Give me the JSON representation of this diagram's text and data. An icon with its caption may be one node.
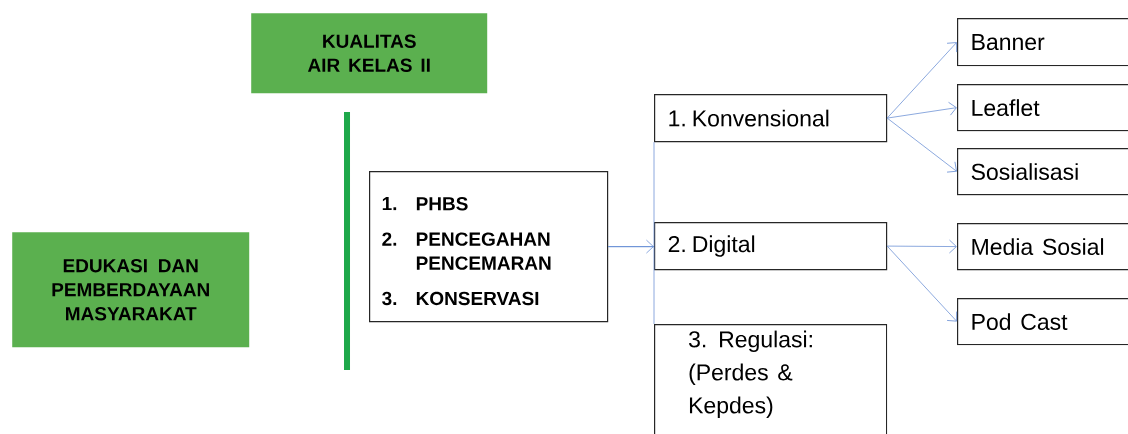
{
  "diagram": {
    "nodes": [
      {
        "text": [
          "KUALITAS AIR KELAS II"
        ]
      },
      {
        "text": [
          "EDUKASI DAN PEMBERDAYAAN MASYARAKAT"
        ]
      },
      {
        "text": [
          "1.",
          "PHBS",
          "2.",
          "PENCEGAHAN PENCEMARAN",
          "3.",
          "KONSERVASI"
        ]
      },
      {
        "text": [
          "1. Konvensional"
        ]
      },
      {
        "text": [
          "2. Digital"
        ]
      },
      {
        "text": [
          "3. Regulasi: (Perdes & Kepdes)"
        ]
      },
      {
        "text": [
          "Banner"
        ]
      },
      {
        "text": [
          "Leaflet"
        ]
      },
      {
        "text": [
          "Sosialisasi"
        ]
      },
      {
        "text": [
          "Media Sosial"
        ]
      },
      {
        "text": [
          "Pod Cast"
        ]
      }
    ],
    "edges": [
      {
        "from": 2,
        "to": 3,
        "arrow": "none"
      },
      {
        "from": 2,
        "to": 4,
        "arrow": "to"
      },
      {
        "from": 2,
        "to": 5,
        "arrow": "none"
      },
      {
        "from": 3,
        "to": 6,
        "arrow": "to"
      },
      {
        "from": 3,
        "to": 7,
        "arrow": "to"
      },
      {
        "from": 3,
        "to": 8,
        "arrow": "to"
      },
      {
        "from": 4,
        "to": 9,
        "arrow": "to"
      },
      {
        "from": 4,
        "to": 10,
        "arrow": "to"
      }
    ]
  }
}
